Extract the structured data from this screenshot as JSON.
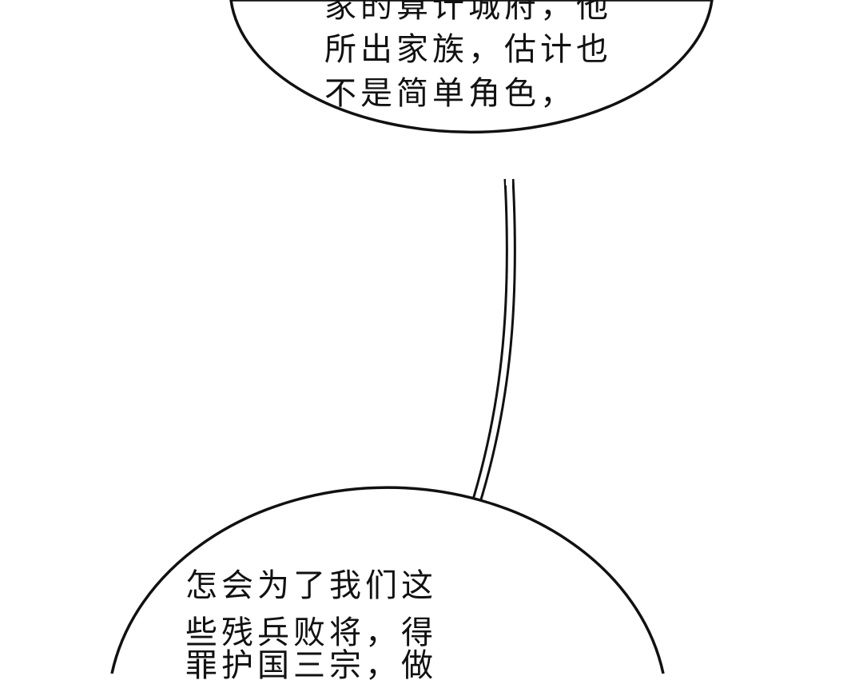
{
  "colors": {
    "ink": "#111111",
    "paper": "#ffffff"
  },
  "bubbles": [
    {
      "lines": [
        "家的算计城府，他",
        "所出家族，估计也",
        "不是简单角色，"
      ]
    },
    {
      "lines": [
        "怎会为了我们这",
        "些残兵败将，得",
        "罪护国三宗，做"
      ]
    }
  ]
}
